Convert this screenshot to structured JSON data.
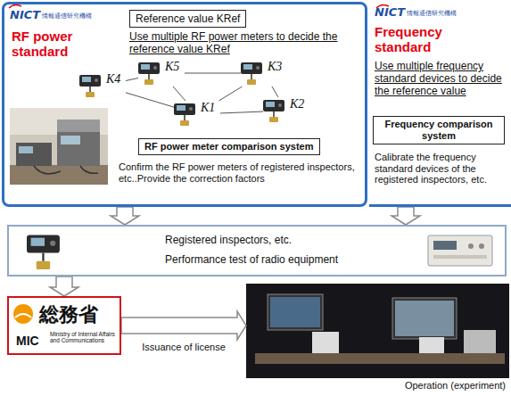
{
  "diagram": {
    "nodes": [
      {
        "text": [
          "RF power standard"
        ]
      },
      {
        "text": [
          "Reference value KRef"
        ],
        "in": 0
      },
      {
        "text": [
          "K5"
        ],
        "in": 0
      },
      {
        "text": [
          "K3"
        ],
        "in": 0
      },
      {
        "text": [
          "K4"
        ],
        "in": 0
      },
      {
        "text": [
          "K1"
        ],
        "in": 0
      },
      {
        "text": [
          "K2"
        ],
        "in": 0
      },
      {
        "text": [
          "RF power meter comparison system"
        ],
        "in": 0
      },
      {
        "text": [
          "Frequency standard"
        ]
      },
      {
        "text": [
          "Frequency comparison system"
        ],
        "in": 8
      },
      {
        "text": [
          "Registered inspectors, etc.",
          "Performance test of radio equipment"
        ]
      },
      {
        "text": [
          "総務省",
          "MIC",
          "Ministry of Internal Affairs and Communications"
        ]
      },
      {
        "text": [
          "Operation (experiment)"
        ]
      }
    ],
    "edges": [
      {
        "from": 4,
        "to": 2,
        "arrow": "none"
      },
      {
        "from": 2,
        "to": 3,
        "arrow": "none"
      },
      {
        "from": 3,
        "to": 6,
        "arrow": "none"
      },
      {
        "from": 6,
        "to": 5,
        "arrow": "none"
      },
      {
        "from": 5,
        "to": 4,
        "arrow": "none"
      },
      {
        "from": 2,
        "to": 5,
        "arrow": "none"
      },
      {
        "from": 3,
        "to": 5,
        "arrow": "none"
      },
      {
        "from": 0,
        "to": 10,
        "arrow": "to"
      },
      {
        "from": 8,
        "to": 10,
        "arrow": "to"
      },
      {
        "from": 10,
        "to": 11,
        "arrow": "to"
      },
      {
        "from": 11,
        "to": 12,
        "label": "Issuance of license",
        "arrow": "to"
      }
    ],
    "labels": [
      "NICT",
      "情報通信研究機構",
      "Use multiple RF power meters to decide the reference value KRef",
      "Confirm the RF power meters of registered inspectors, etc..Provide the correction factors",
      "NICT",
      "情報通信研究機構",
      "Use multiple frequency standard devices to decide the reference value",
      "Calibrate the frequency standard devices of the registered inspectors, etc."
    ]
  }
}
